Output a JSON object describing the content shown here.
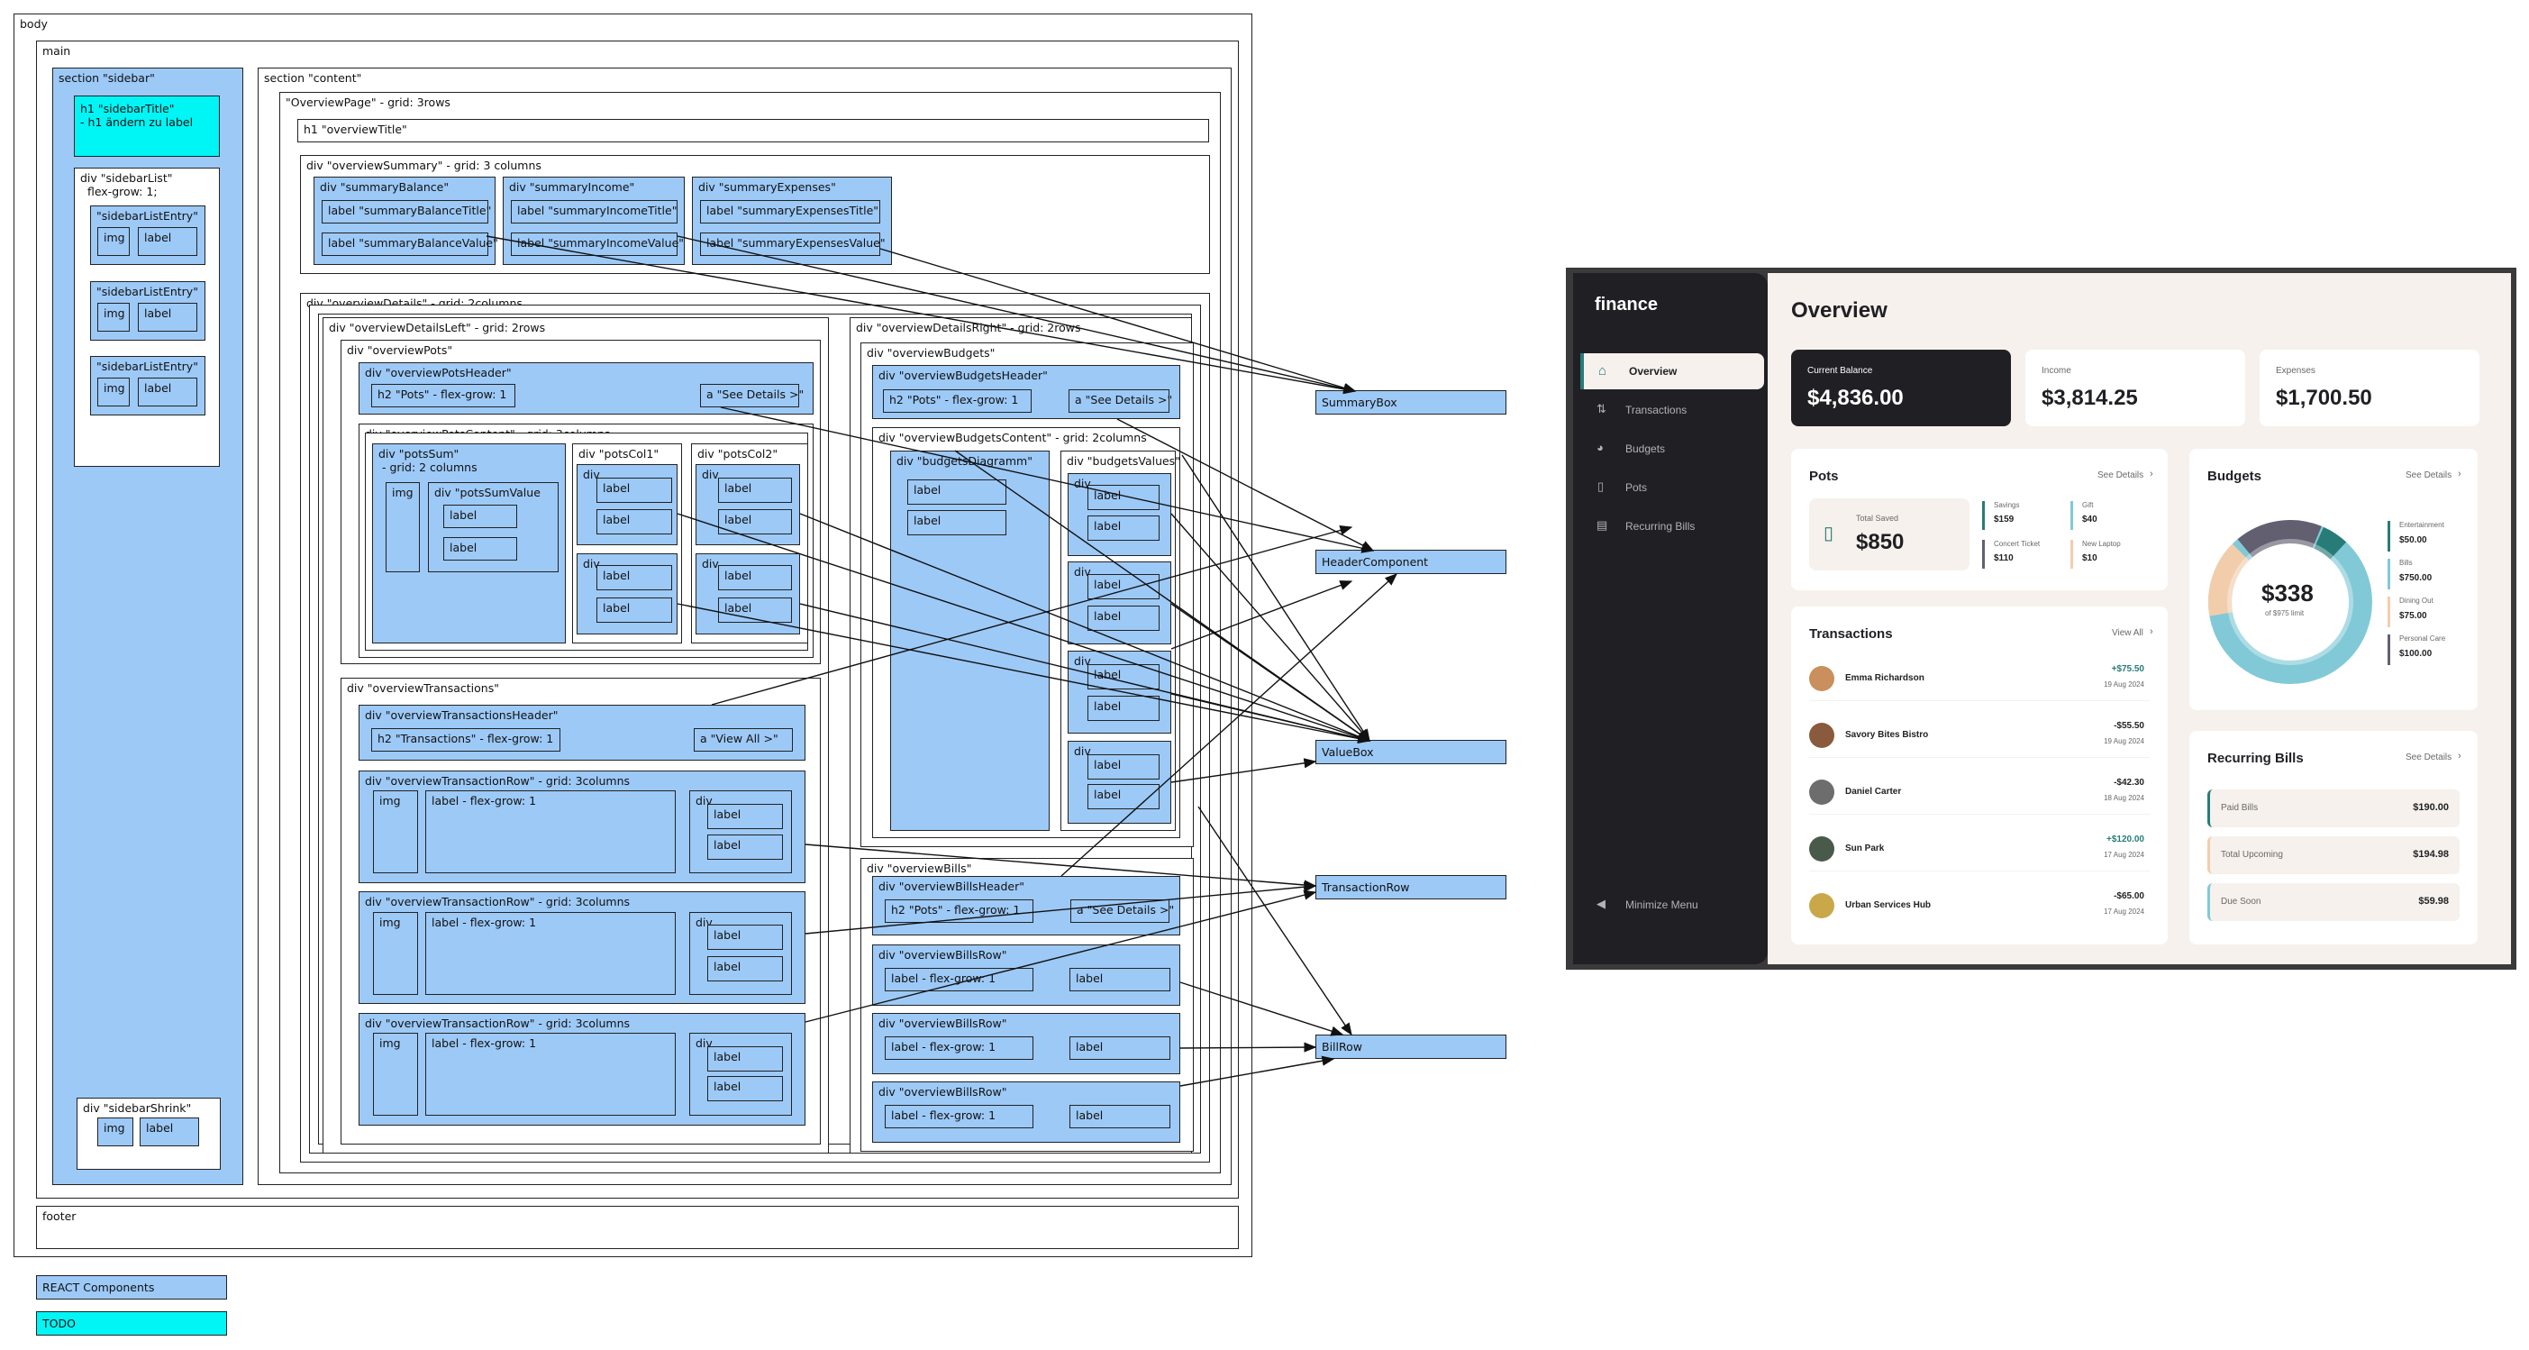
{
  "diagram": {
    "boxes": {
      "body": "body",
      "main": "main",
      "sidebar": "section \"sidebar\"",
      "sidebarTitle": "h1 \"sidebarTitle\"\n- h1 ändern zu label",
      "sidebarList": "div \"sidebarList\"\n  flex-grow: 1;",
      "sidebarListEntry": "\"sidebarListEntry\"",
      "sidebarShrink": "div \"sidebarShrink\"",
      "content": "section \"content\"",
      "overviewPage": "\"OverviewPage\" - grid: 3rows",
      "overviewTitle": "h1 \"overviewTitle\"",
      "overviewSummary": "div \"overviewSummary\" - grid: 3 columns",
      "summaryBalance": "div \"summaryBalance\"",
      "summaryBalanceTitle": "label \"summaryBalanceTitle\"",
      "summaryBalanceValue": "label \"summaryBalanceValue\"",
      "summaryIncome": "div \"summaryIncome\"",
      "summaryIncomeTitle": "label \"summaryIncomeTitle\"",
      "summaryIncomeValue": "label \"summaryIncomeValue\"",
      "summaryExpenses": "div \"summaryExpenses\"",
      "summaryExpensesTitle": "label \"summaryExpensesTitle\"",
      "summaryExpensesValue": "label \"summaryExpensesValue\"",
      "overviewDetails": "div \"overviewDetails\" - grid: 2columns",
      "overviewDetailsLeft": "div \"overviewDetailsLeft\" - grid: 2rows",
      "overviewDetailsRight": "div \"overviewDetailsRight\" - grid: 2rows",
      "overviewPots": "div \"overviewPots\"",
      "overviewPotsHeader": "div \"overviewPotsHeader\"",
      "h2Pots": "h2 \"Pots\" - flex-grow: 1",
      "seeDetails": "a \"See Details >\"",
      "overviewPotsContent": "div \"overviewPotsContent\" - grid: 3columns",
      "potsSum": "div \"potsSum\"\n - grid: 2 columns",
      "potsSumValue": "div \"potsSumValue",
      "potsCol1": "div \"potsCol1\"",
      "potsCol2": "div \"potsCol2\"",
      "overviewBudgets": "div \"overviewBudgets\"",
      "overviewBudgetsHeader": "div \"overviewBudgetsHeader\"",
      "overviewBudgetsContent": "div \"overviewBudgetsContent\" - grid: 2columns",
      "budgetsDiagramm": "div \"budgetsDiagramm\"",
      "budgetsValues": "div \"budgetsValues\"",
      "overviewTransactions": "div \"overviewTransactions\"",
      "overviewTransactionsHeader": "div \"overviewTransactionsHeader\"",
      "h2Transactions": "h2 \"Transactions\" - flex-grow: 1",
      "viewAll": "a \"View All >\"",
      "overviewTransactionRow": "div \"overviewTransactionRow\" - grid: 3columns",
      "labelFlexGrow": "label - flex-grow: 1",
      "overviewBills": "div \"overviewBills\"",
      "overviewBillsHeader": "div \"overviewBillsHeader\"",
      "overviewBillsRow": "div \"overviewBillsRow\"",
      "footer": "footer",
      "div": "div",
      "img": "img",
      "label": "label"
    },
    "components": [
      "SummaryBox",
      "HeaderComponent",
      "ValueBox",
      "TransactionRow",
      "BillRow"
    ],
    "legend": [
      {
        "label": "REACT Components",
        "color": "#9dc9f7"
      },
      {
        "label": "TODO",
        "color": "#00f5f5"
      }
    ]
  },
  "app": {
    "logo": "finance",
    "nav": [
      {
        "label": "Overview",
        "icon": "home-icon",
        "active": true
      },
      {
        "label": "Transactions",
        "icon": "arrows-icon",
        "active": false
      },
      {
        "label": "Budgets",
        "icon": "pie-icon",
        "active": false
      },
      {
        "label": "Pots",
        "icon": "jar-icon",
        "active": false
      },
      {
        "label": "Recurring Bills",
        "icon": "receipt-icon",
        "active": false
      }
    ],
    "minimize": "Minimize Menu",
    "title": "Overview",
    "summary": {
      "balance": {
        "title": "Current Balance",
        "value": "$4,836.00"
      },
      "income": {
        "title": "Income",
        "value": "$3,814.25"
      },
      "expenses": {
        "title": "Expenses",
        "value": "$1,700.50"
      }
    },
    "pots": {
      "title": "Pots",
      "link": "See Details",
      "total_label": "Total Saved",
      "total_value": "$850",
      "items": [
        {
          "name": "Savings",
          "value": "$159",
          "color": "#277c78"
        },
        {
          "name": "Gift",
          "value": "$40",
          "color": "#82c9d7"
        },
        {
          "name": "Concert Ticket",
          "value": "$110",
          "color": "#626070"
        },
        {
          "name": "New Laptop",
          "value": "$10",
          "color": "#f2cdac"
        }
      ]
    },
    "budgets": {
      "title": "Budgets",
      "link": "See Details",
      "center_value": "$338",
      "center_sub": "of $975 limit",
      "items": [
        {
          "name": "Entertainment",
          "value": "$50.00",
          "color": "#277c78"
        },
        {
          "name": "Bills",
          "value": "$750.00",
          "color": "#82c9d7"
        },
        {
          "name": "Dining Out",
          "value": "$75.00",
          "color": "#f2cdac"
        },
        {
          "name": "Personal Care",
          "value": "$100.00",
          "color": "#626070"
        }
      ]
    },
    "transactions": {
      "title": "Transactions",
      "link": "View All",
      "rows": [
        {
          "name": "Emma Richardson",
          "amount": "+$75.50",
          "date": "19 Aug 2024",
          "positive": true,
          "color": "#c98f5c"
        },
        {
          "name": "Savory Bites Bistro",
          "amount": "-$55.50",
          "date": "19 Aug 2024",
          "positive": false,
          "color": "#8a5a3c"
        },
        {
          "name": "Daniel Carter",
          "amount": "-$42.30",
          "date": "18 Aug 2024",
          "positive": false,
          "color": "#6d6d6d"
        },
        {
          "name": "Sun Park",
          "amount": "+$120.00",
          "date": "17 Aug 2024",
          "positive": true,
          "color": "#4a5a4a"
        },
        {
          "name": "Urban Services Hub",
          "amount": "-$65.00",
          "date": "17 Aug 2024",
          "positive": false,
          "color": "#c9a84a"
        }
      ]
    },
    "bills": {
      "title": "Recurring Bills",
      "link": "See Details",
      "rows": [
        {
          "name": "Paid Bills",
          "value": "$190.00",
          "color": "#277c78"
        },
        {
          "name": "Total Upcoming",
          "value": "$194.98",
          "color": "#f2cdac"
        },
        {
          "name": "Due Soon",
          "value": "$59.98",
          "color": "#82c9d7"
        }
      ]
    }
  }
}
